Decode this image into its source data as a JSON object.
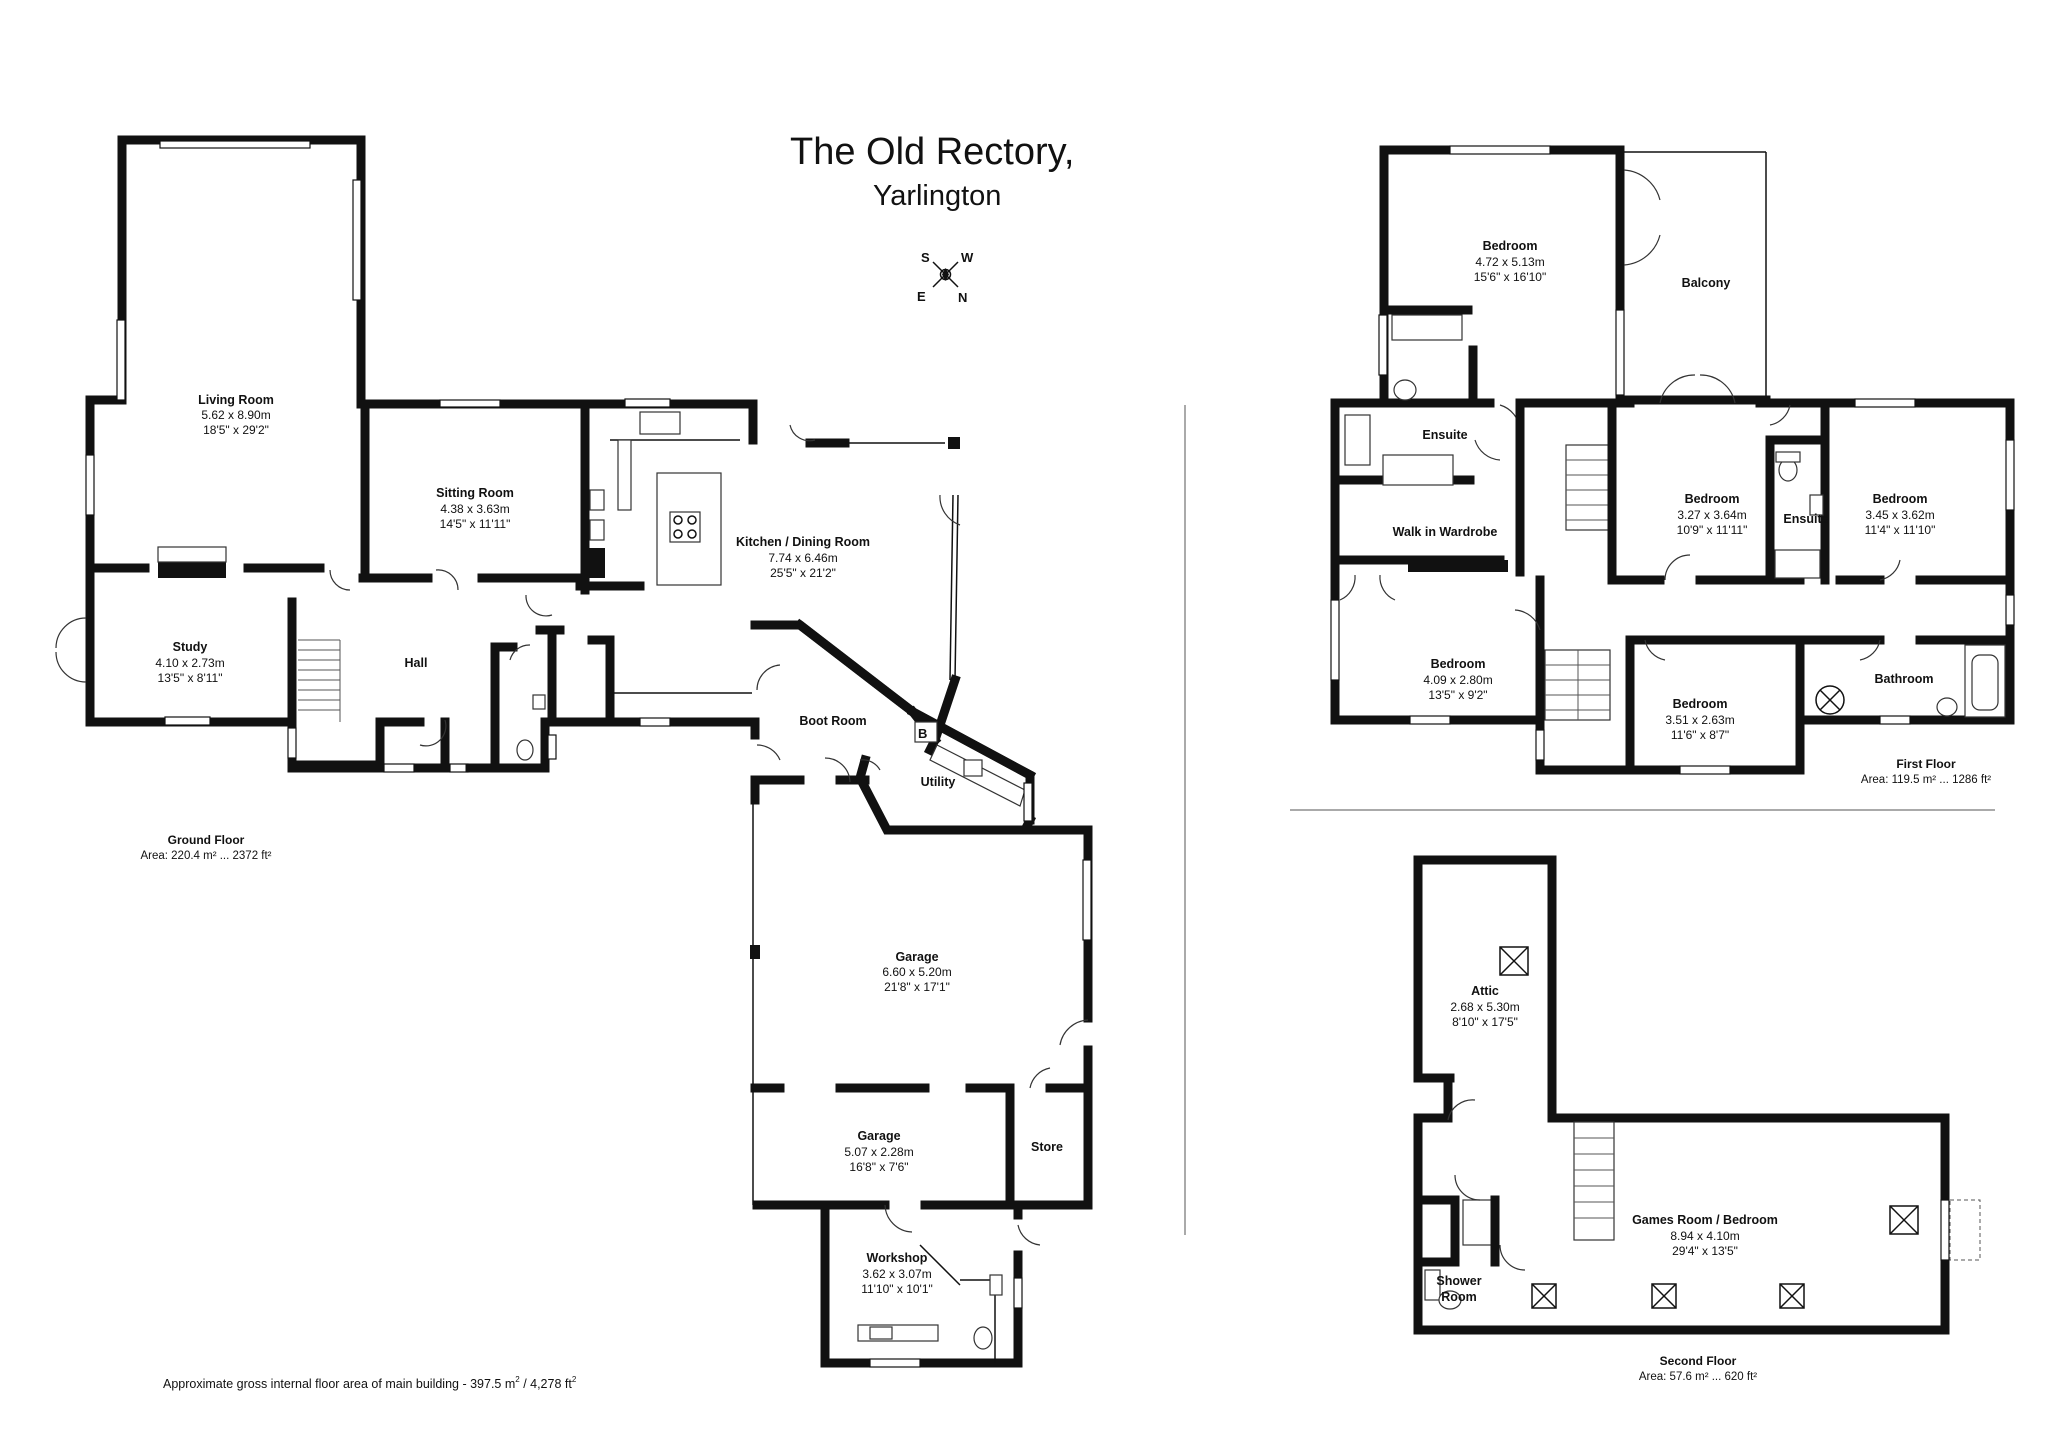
{
  "title": "The Old Rectory,",
  "subtitle": "Yarlington",
  "compass": {
    "s": "S",
    "w": "W",
    "e": "E",
    "n": "N"
  },
  "gross_area_label": "Approximate gross internal floor area of main building  -  397.5 m",
  "gross_area_sup": "2",
  "gross_area_sep": " / 4,278 ft",
  "gross_area_sup2": "2",
  "boiler": "B",
  "floors": [
    {
      "name": "Ground Floor",
      "area": "Area: 220.4 m² ... 2372 ft²"
    },
    {
      "name": "First Floor",
      "area": "Area: 119.5 m² ... 1286 ft²"
    },
    {
      "name": "Second Floor",
      "area": "Area: 57.6 m² ... 620 ft²"
    }
  ],
  "rooms": [
    {
      "name": "Living Room",
      "metric": "5.62 x 8.90m",
      "imperial": "18'5\" x 29'2\""
    },
    {
      "name": "Sitting Room",
      "metric": "4.38 x 3.63m",
      "imperial": "14'5\" x 11'11\""
    },
    {
      "name": "Kitchen / Dining Room",
      "metric": "7.74 x 6.46m",
      "imperial": "25'5\" x 21'2\""
    },
    {
      "name": "Study",
      "metric": "4.10 x 2.73m",
      "imperial": "13'5\" x 8'11\""
    },
    {
      "name": "Hall"
    },
    {
      "name": "Boot Room"
    },
    {
      "name": "Utility"
    },
    {
      "name": "Garage",
      "metric": "6.60 x 5.20m",
      "imperial": "21'8\" x 17'1\""
    },
    {
      "name": "Garage",
      "metric": "5.07 x 2.28m",
      "imperial": "16'8\" x 7'6\""
    },
    {
      "name": "Store"
    },
    {
      "name": "Workshop",
      "metric": "3.62 x 3.07m",
      "imperial": "11'10\" x 10'1\""
    },
    {
      "name": "Bedroom",
      "metric": "4.72 x 5.13m",
      "imperial": "15'6\" x 16'10\""
    },
    {
      "name": "Balcony"
    },
    {
      "name": "Ensuite"
    },
    {
      "name": "Walk in Wardrobe"
    },
    {
      "name": "Bedroom",
      "metric": "3.27 x 3.64m",
      "imperial": "10'9\" x 11'11\""
    },
    {
      "name": "Ensuite"
    },
    {
      "name": "Bedroom",
      "metric": "3.45 x 3.62m",
      "imperial": "11'4\" x 11'10\""
    },
    {
      "name": "Bedroom",
      "metric": "4.09 x 2.80m",
      "imperial": "13'5\" x 9'2\""
    },
    {
      "name": "Bedroom",
      "metric": "3.51 x 2.63m",
      "imperial": "11'6\" x 8'7\""
    },
    {
      "name": "Bathroom"
    },
    {
      "name": "Attic",
      "metric": "2.68 x 5.30m",
      "imperial": "8'10\" x 17'5\""
    },
    {
      "name": "Games Room / Bedroom",
      "metric": "8.94 x 4.10m",
      "imperial": "29'4\" x 13'5\""
    },
    {
      "name": "Shower",
      "name2": "Room"
    }
  ]
}
